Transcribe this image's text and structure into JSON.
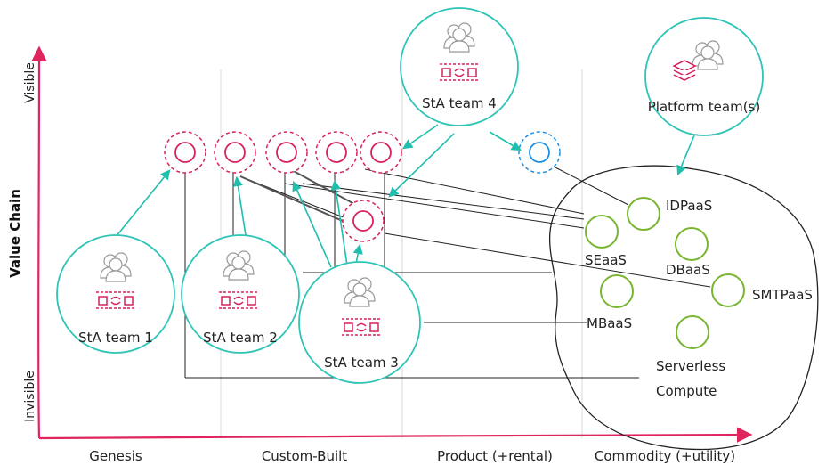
{
  "colors": {
    "axis": "#e0245e",
    "team_stroke": "#2ec4b6",
    "arrow": "#1fbfae",
    "dashed_ring": "#d6225a",
    "platform_node": "#79b531",
    "blue_node": "#1a8fe3",
    "connector": "#222222",
    "grid": "#d8d8d8"
  },
  "axes": {
    "y_title": "Value Chain",
    "y_top": "Visible",
    "y_bottom": "Invisible",
    "x_stages": [
      "Genesis",
      "Custom-Built",
      "Product (+rental)",
      "Commodity (+utility)"
    ]
  },
  "teams": [
    {
      "id": "sta1",
      "label": "StA team 1",
      "icon": "people-with-flow-icon"
    },
    {
      "id": "sta2",
      "label": "StA team 2",
      "icon": "people-with-flow-icon"
    },
    {
      "id": "sta3",
      "label": "StA team 3",
      "icon": "people-with-flow-icon"
    },
    {
      "id": "sta4",
      "label": "StA team 4",
      "icon": "people-with-flow-icon"
    },
    {
      "id": "platform",
      "label": "Platform team(s)",
      "icon": "people-with-layers-icon"
    }
  ],
  "platform_services": [
    "IDPaaS",
    "SEaaS",
    "DBaaS",
    "SMTPaaS",
    "MBaaS",
    "Serverless",
    "Compute"
  ]
}
